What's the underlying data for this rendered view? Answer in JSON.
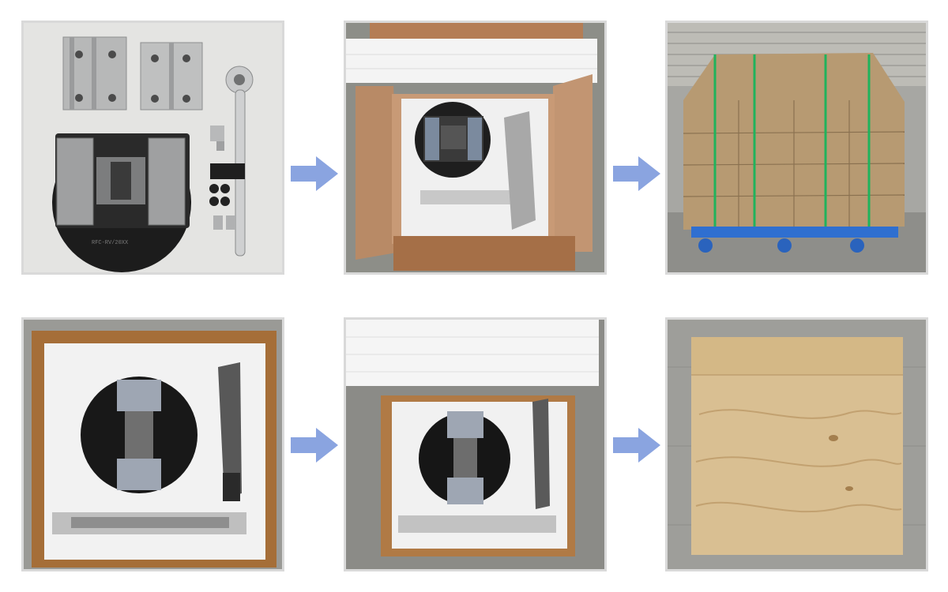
{
  "colors": {
    "arrow": "#8aa4e0",
    "frame": "#d9d9d9",
    "background": "#ffffff"
  },
  "steps": [
    {
      "id": "step-1",
      "scene": "vise-and-accessories"
    },
    {
      "id": "step-2",
      "scene": "vise-in-foam-carton"
    },
    {
      "id": "step-3",
      "scene": "palletized-cartons"
    },
    {
      "id": "step-4",
      "scene": "vise-in-wood-frame"
    },
    {
      "id": "step-5",
      "scene": "foam-lid-wood-crate"
    },
    {
      "id": "step-6",
      "scene": "closed-plywood-crate"
    }
  ],
  "arrows": [
    "arrow-right-icon",
    "arrow-right-icon",
    "arrow-right-icon",
    "arrow-right-icon"
  ],
  "engraving": {
    "brand": "",
    "code": "RFC-RV/20XX"
  }
}
